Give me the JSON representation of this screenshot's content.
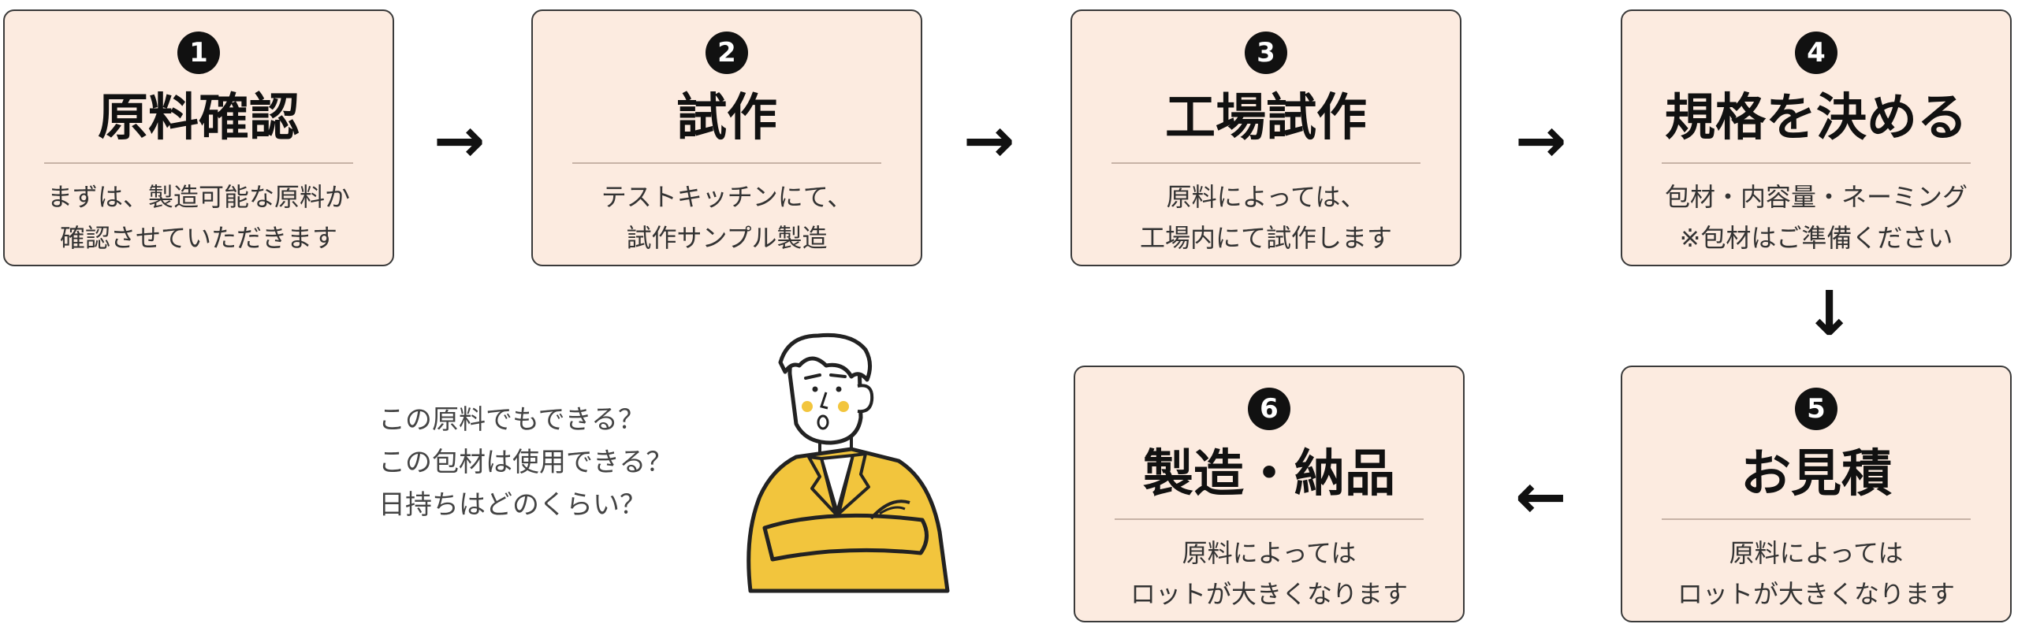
{
  "steps": [
    {
      "num": "1",
      "title": "原料確認",
      "lines": [
        "まずは、製造可能な原料か",
        "確認させていただきます"
      ]
    },
    {
      "num": "2",
      "title": "試作",
      "lines": [
        "テストキッチンにて、",
        "試作サンプル製造"
      ]
    },
    {
      "num": "3",
      "title": "工場試作",
      "lines": [
        "原料によっては、",
        "工場内にて試作します"
      ]
    },
    {
      "num": "4",
      "title": "規格を決める",
      "lines": [
        "包材・内容量・ネーミング",
        "※包材はご準備ください"
      ]
    },
    {
      "num": "5",
      "title": "お見積",
      "lines": [
        "原料によっては",
        "ロットが大きくなります"
      ]
    },
    {
      "num": "6",
      "title": "製造・納品",
      "lines": [
        "原料によっては",
        "ロットが大きくなります"
      ]
    }
  ],
  "arrows": {
    "right": "→",
    "down": "↓",
    "left": "←"
  },
  "questions": [
    "この原料でもできる？",
    "この包材は使用できる？",
    "日持ちはどのくらい？"
  ],
  "colors": {
    "card_bg": "#fcebe0",
    "card_border": "#3a3a3a",
    "jacket": "#f2c53d"
  }
}
